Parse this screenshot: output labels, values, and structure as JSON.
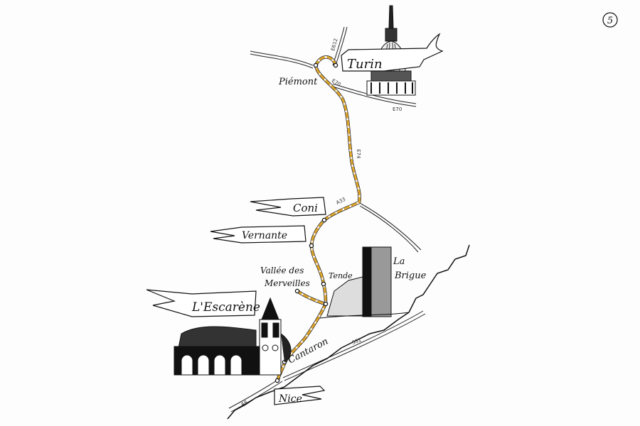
{
  "page_number": "5",
  "colors": {
    "route": "#e0a52a",
    "ink": "#111111",
    "paper": "#fdfdfd"
  },
  "places": {
    "turin": "Turin",
    "piemont": "Piémont",
    "coni": "Coni",
    "vernante": "Vernante",
    "vallee": [
      "Vallée des",
      "Merveilles"
    ],
    "tende": "Tende",
    "la_brigue": [
      "La",
      "Brigue"
    ],
    "lescarene": "L'Escarène",
    "cantaron": "Cantaron",
    "nice": "Nice"
  },
  "roads": {
    "e612": "E612",
    "e70_a": "E70",
    "e70_b": "E70",
    "e74": "E74",
    "a33": "A33",
    "ss1": "SS1",
    "a8": "A8"
  },
  "landmarks": [
    "mole-antonelliana",
    "tower-ruin",
    "church-and-viaduct"
  ]
}
